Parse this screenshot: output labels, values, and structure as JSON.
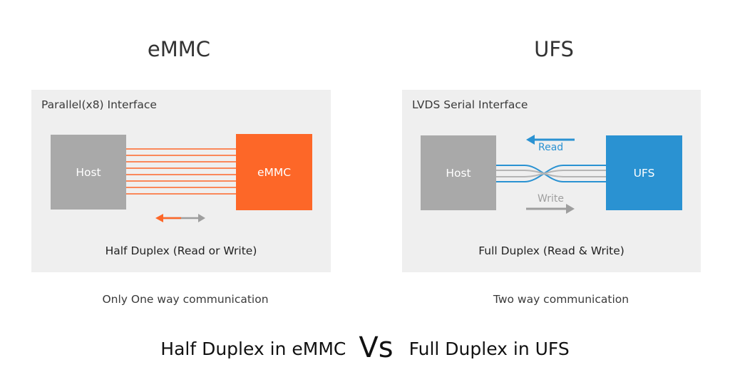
{
  "emmc": {
    "heading": "eMMC",
    "panel_title": "Parallel(x8) Interface",
    "host_label": "Host",
    "device_label": "eMMC",
    "duplex_label": "Half Duplex (Read or Write)",
    "caption": "Only One way communication",
    "line_count": 8,
    "color": "#fd6728",
    "arrow_color": "#9e9e9e"
  },
  "ufs": {
    "heading": "UFS",
    "panel_title": "LVDS Serial Interface",
    "host_label": "Host",
    "device_label": "UFS",
    "read_label": "Read",
    "write_label": "Write",
    "duplex_label": "Full Duplex (Read & Write)",
    "caption": "Two way communication",
    "read_color": "#2a92d2",
    "write_color": "#9e9e9e"
  },
  "footer": {
    "left": "Half Duplex in eMMC",
    "vs": "Vs",
    "right": "Full Duplex in UFS"
  },
  "colors": {
    "panel_bg": "#efefef",
    "host_block": "#a9a9a9"
  }
}
